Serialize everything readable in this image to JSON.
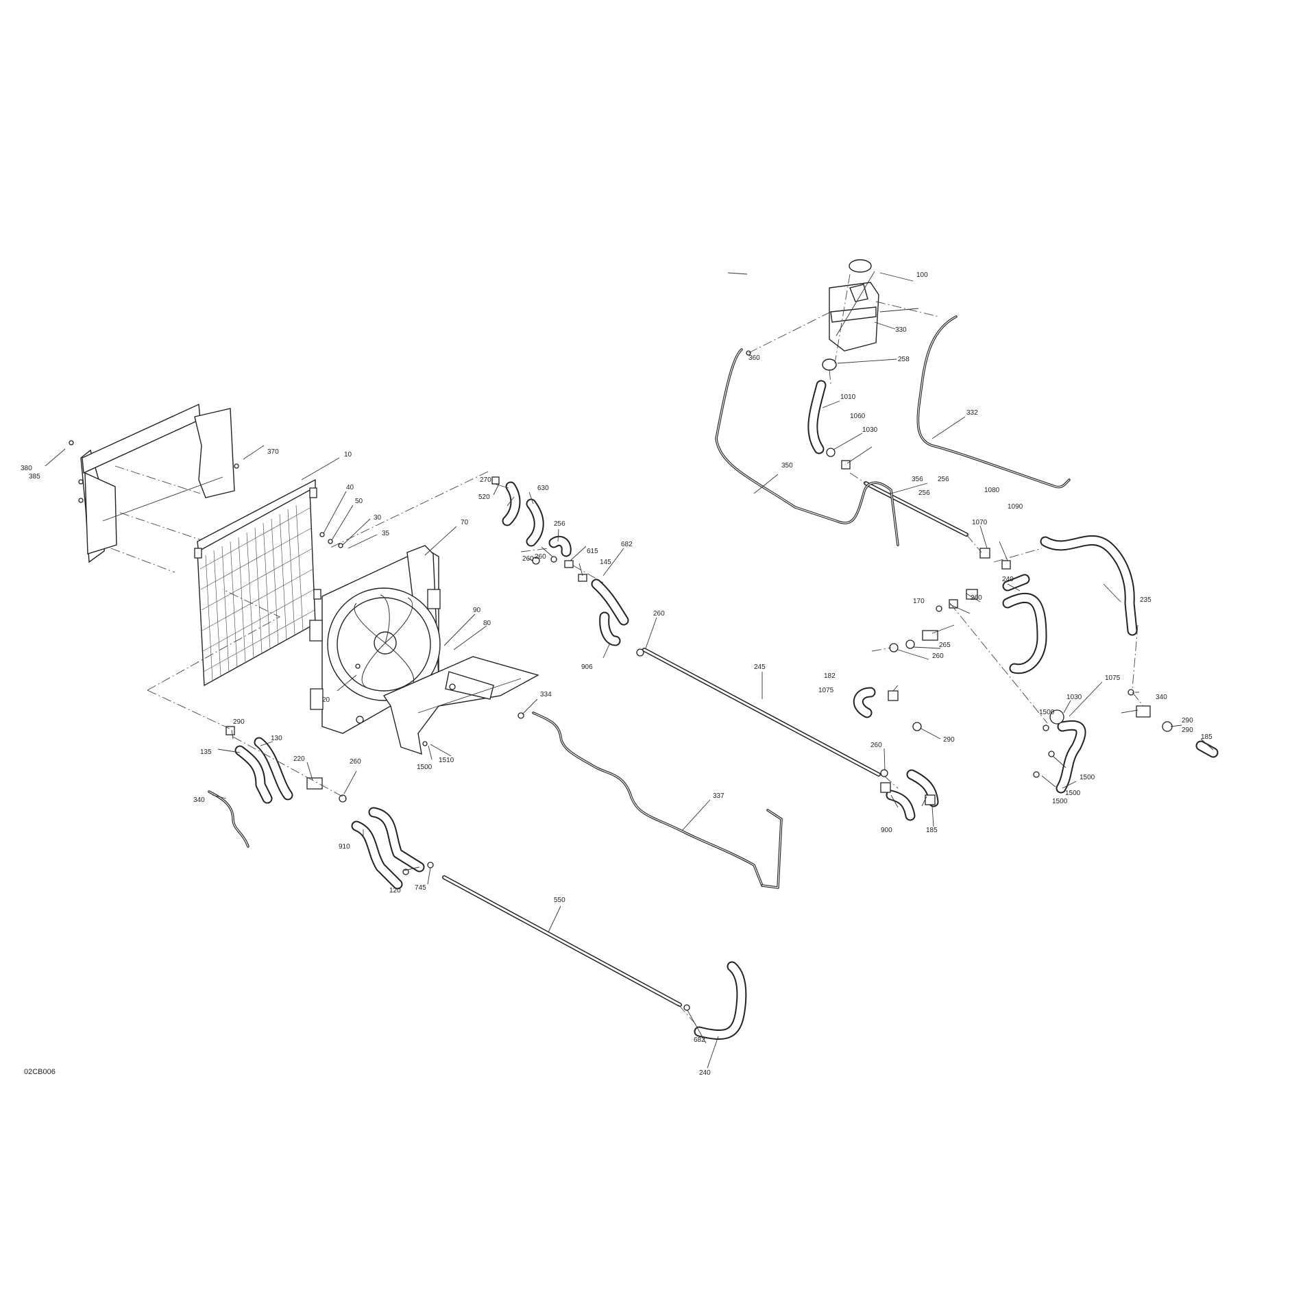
{
  "diagram_code": "02CB006",
  "labels": [
    "10",
    "20",
    "30",
    "35",
    "40",
    "50",
    "70",
    "80",
    "90",
    "100",
    "120",
    "130",
    "135",
    "145",
    "170",
    "182",
    "185",
    "220",
    "235",
    "240",
    "245",
    "256",
    "258",
    "260",
    "265",
    "270",
    "290",
    "330",
    "332",
    "334",
    "337",
    "340",
    "350",
    "356",
    "360",
    "370",
    "380",
    "385",
    "520",
    "550",
    "615",
    "630",
    "682",
    "745",
    "900",
    "906",
    "910",
    "1010",
    "1030",
    "1060",
    "1070",
    "1075",
    "1080",
    "1090",
    "1500",
    "1510"
  ],
  "parts": {
    "radiator": "radiator",
    "fan": "fan-shroud",
    "tank": "expansion-tank",
    "cap": "tank-cap"
  }
}
